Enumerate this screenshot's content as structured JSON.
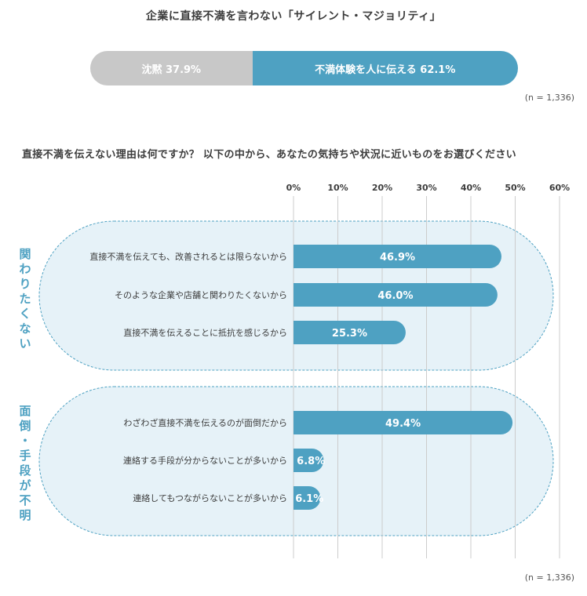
{
  "header": {
    "title": "企業に直接不満を言わない「サイレント・マジョリティ」",
    "split": [
      {
        "label": "沈黙",
        "value": 37.9,
        "display": "沈黙 37.9%",
        "color": "#c8c8c8"
      },
      {
        "label": "不満体験を人に伝える",
        "value": 62.1,
        "display": "不満体験を人に伝える 62.1%",
        "color": "#4ea1c2"
      }
    ],
    "sample_note": "(n = 1,336)"
  },
  "question": "直接不満を伝えない理由は何ですか？ 以下の中から、あなたの気持ちや状況に近いものをお選びください",
  "footer_note": "(n = 1,336)",
  "colors": {
    "bar": "#4ea1c2",
    "group_fill": "#e6f2f8",
    "group_border": "#4ea1c2",
    "grid": "#cccccc"
  },
  "chart_data": {
    "type": "bar",
    "orientation": "horizontal",
    "xlim": [
      0,
      60
    ],
    "ticks": [
      "0%",
      "10%",
      "20%",
      "30%",
      "40%",
      "50%",
      "60%"
    ],
    "tick_values": [
      0,
      10,
      20,
      30,
      40,
      50,
      60
    ],
    "groups": [
      {
        "title": "関わりたくない",
        "items": [
          {
            "label": "直接不満を伝えても、改善されるとは限らないから",
            "value": 46.9,
            "display": "46.9%"
          },
          {
            "label": "そのような企業や店舗と関わりたくないから",
            "value": 46.0,
            "display": "46.0%"
          },
          {
            "label": "直接不満を伝えることに抵抗を感じるから",
            "value": 25.3,
            "display": "25.3%"
          }
        ]
      },
      {
        "title": "面倒・手段が不明",
        "items": [
          {
            "label": "わざわざ直接不満を伝えるのが面倒だから",
            "value": 49.4,
            "display": "49.4%"
          },
          {
            "label": "連絡する手段が分からないことが多いから",
            "value": 6.8,
            "display": "6.8%"
          },
          {
            "label": "連絡してもつながらないことが多いから",
            "value": 6.1,
            "display": "6.1%"
          }
        ]
      }
    ]
  }
}
